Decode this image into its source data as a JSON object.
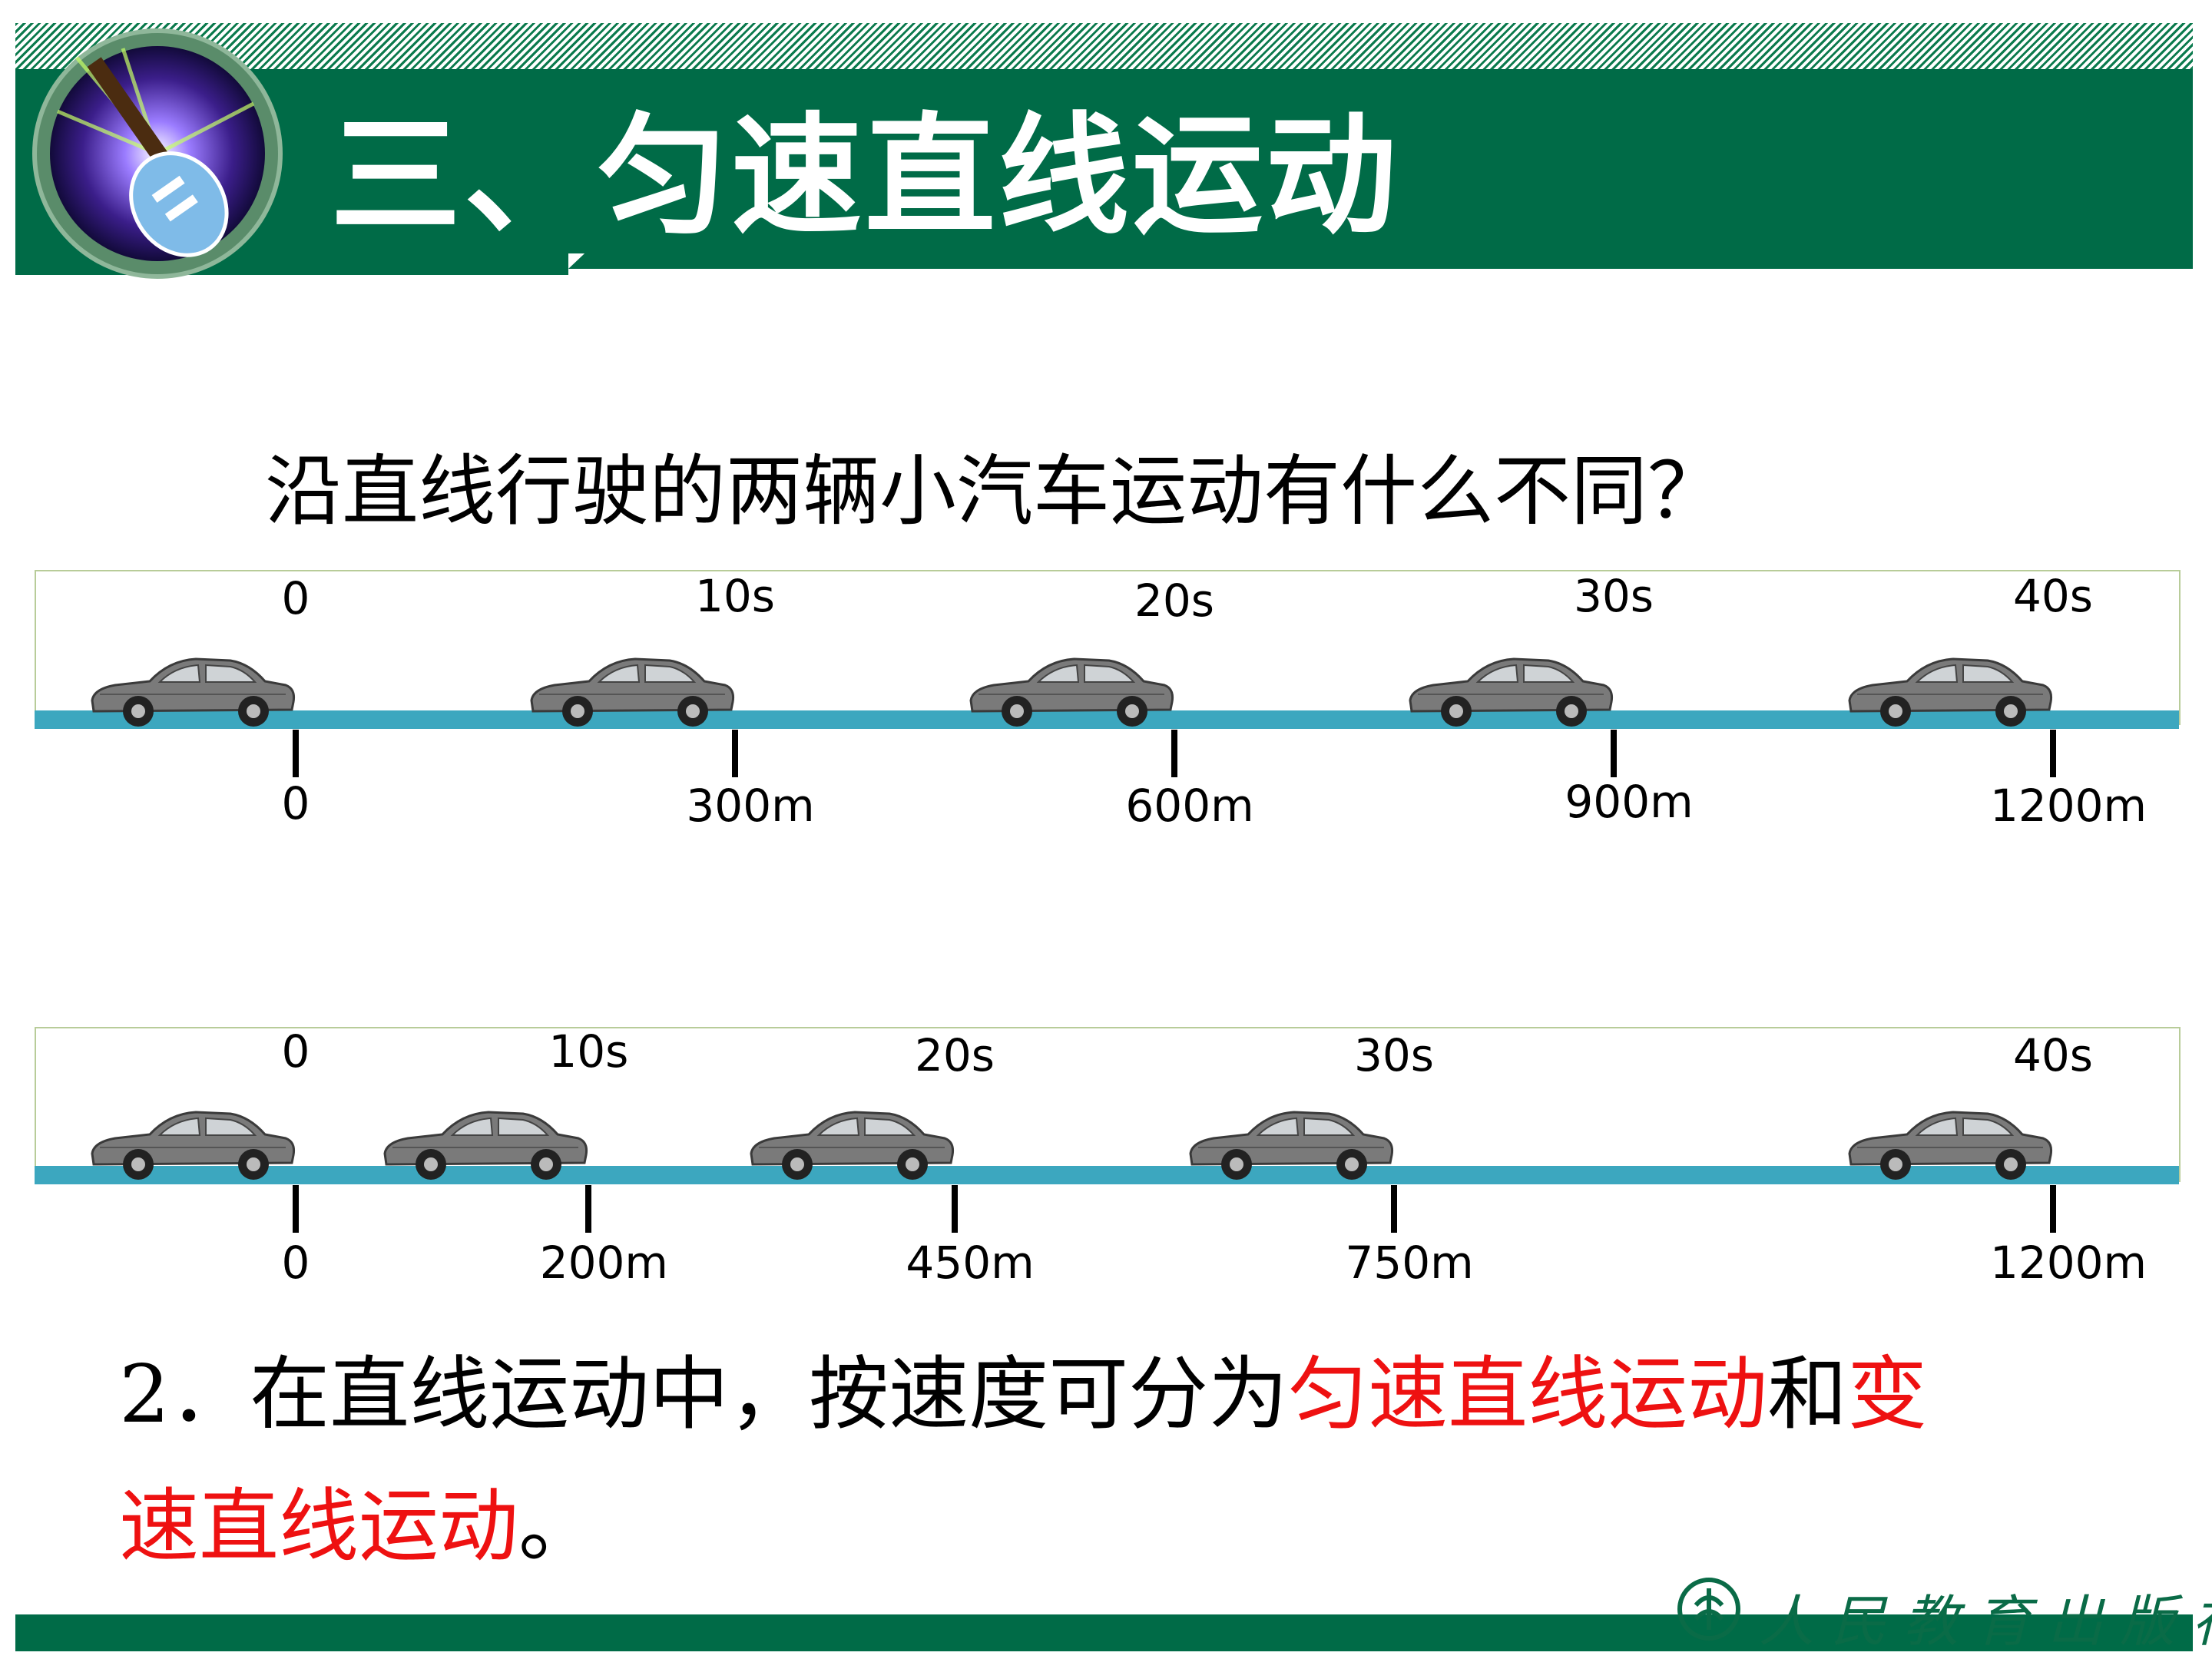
{
  "title": "三、匀速直线运动",
  "question": "沿直线行驶的两辆小汽车运动有什么不同？",
  "diagrams": [
    {
      "times": [
        {
          "label": "0",
          "pos": 0
        },
        {
          "label": "10s",
          "pos": 300
        },
        {
          "label": "20s",
          "pos": 600
        },
        {
          "label": "30s",
          "pos": 900
        },
        {
          "label": "40s",
          "pos": 1200
        }
      ],
      "distances": [
        {
          "label": "0",
          "pos": 0
        },
        {
          "label": "300m",
          "pos": 300
        },
        {
          "label": "600m",
          "pos": 600
        },
        {
          "label": "900m",
          "pos": 900
        },
        {
          "label": "1200m",
          "pos": 1200
        }
      ]
    },
    {
      "times": [
        {
          "label": "0",
          "pos": 0
        },
        {
          "label": "10s",
          "pos": 200
        },
        {
          "label": "20s",
          "pos": 450
        },
        {
          "label": "30s",
          "pos": 750
        },
        {
          "label": "40s",
          "pos": 1200
        }
      ],
      "distances": [
        {
          "label": "0",
          "pos": 0
        },
        {
          "label": "200m",
          "pos": 200
        },
        {
          "label": "450m",
          "pos": 450
        },
        {
          "label": "750m",
          "pos": 750
        },
        {
          "label": "1200m",
          "pos": 1200
        }
      ]
    }
  ],
  "statement": {
    "line1_prefix": "2．在直线运动中，按速度可分为",
    "line1_red1": "匀速直线运动",
    "line1_mid": "和",
    "line1_red2": "变",
    "line2_red": "速直线运动",
    "line2_suffix": "。"
  },
  "publisher": "人民教育出版社",
  "colors": {
    "green": "#006b47",
    "road": "#3ca7bf",
    "red": "#ee1111"
  },
  "icons": [
    "guitar-logo-icon",
    "car-icon",
    "publisher-emblem-icon"
  ]
}
